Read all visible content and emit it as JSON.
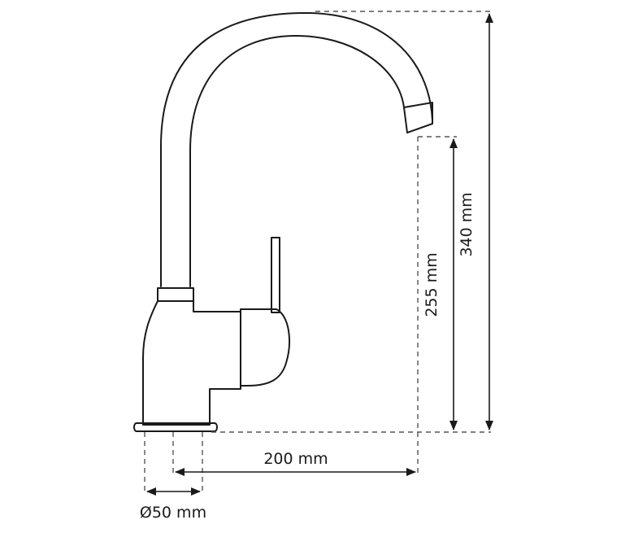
{
  "dimensions": {
    "total_height": "340 mm",
    "spout_height": "255 mm",
    "reach": "200 mm",
    "base_diameter": "Ø50 mm"
  },
  "colors": {
    "line": "#1a1a1a",
    "dash": "#555555",
    "background": "#ffffff"
  }
}
